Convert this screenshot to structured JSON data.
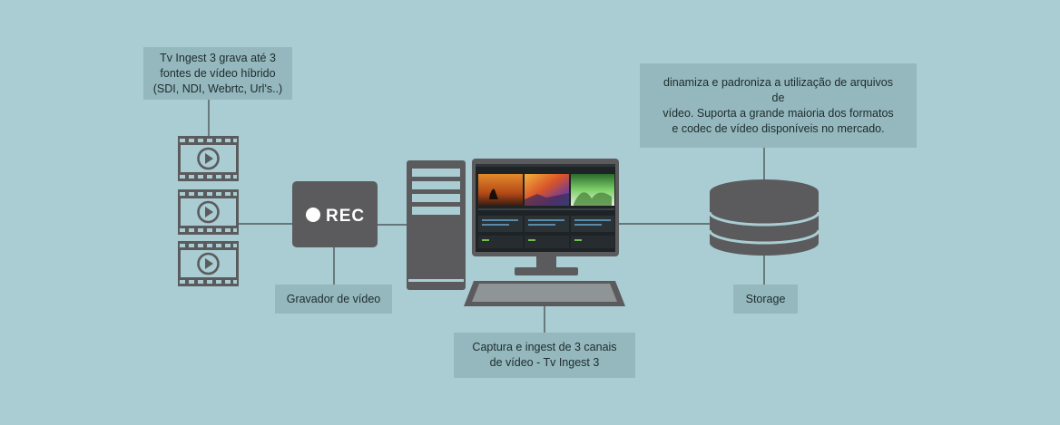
{
  "colors": {
    "background": "#a9cdd2",
    "callout_box": "#94b8bd",
    "icon_gray": "#5b5b5d",
    "line": "#3f4446"
  },
  "rec_icon": {
    "label": "REC",
    "icon": "record-icon"
  },
  "callouts": {
    "sources": "Tv Ingest 3 grava até 3\nfontes de vídeo híbrido\n(SDI, NDI, Webrtc, Url's..)",
    "storage_desc": "dinamiza e padroniza a utilização de arquivos de\nvídeo.  Suporta a grande maioria dos formatos\ne codec de vídeo disponíveis no mercado.",
    "recorder": "Gravador de vídeo",
    "storage": "Storage",
    "capture": "Captura e ingest de 3 canais\nde vídeo - Tv Ingest 3"
  },
  "icons": {
    "video_sources": [
      "film-play-icon",
      "film-play-icon",
      "film-play-icon"
    ],
    "recorder": "rec-device-icon",
    "tower": "pc-tower-icon",
    "monitor": "monitor-icon",
    "keyboard": "keyboard-icon",
    "storage": "database-icon"
  }
}
